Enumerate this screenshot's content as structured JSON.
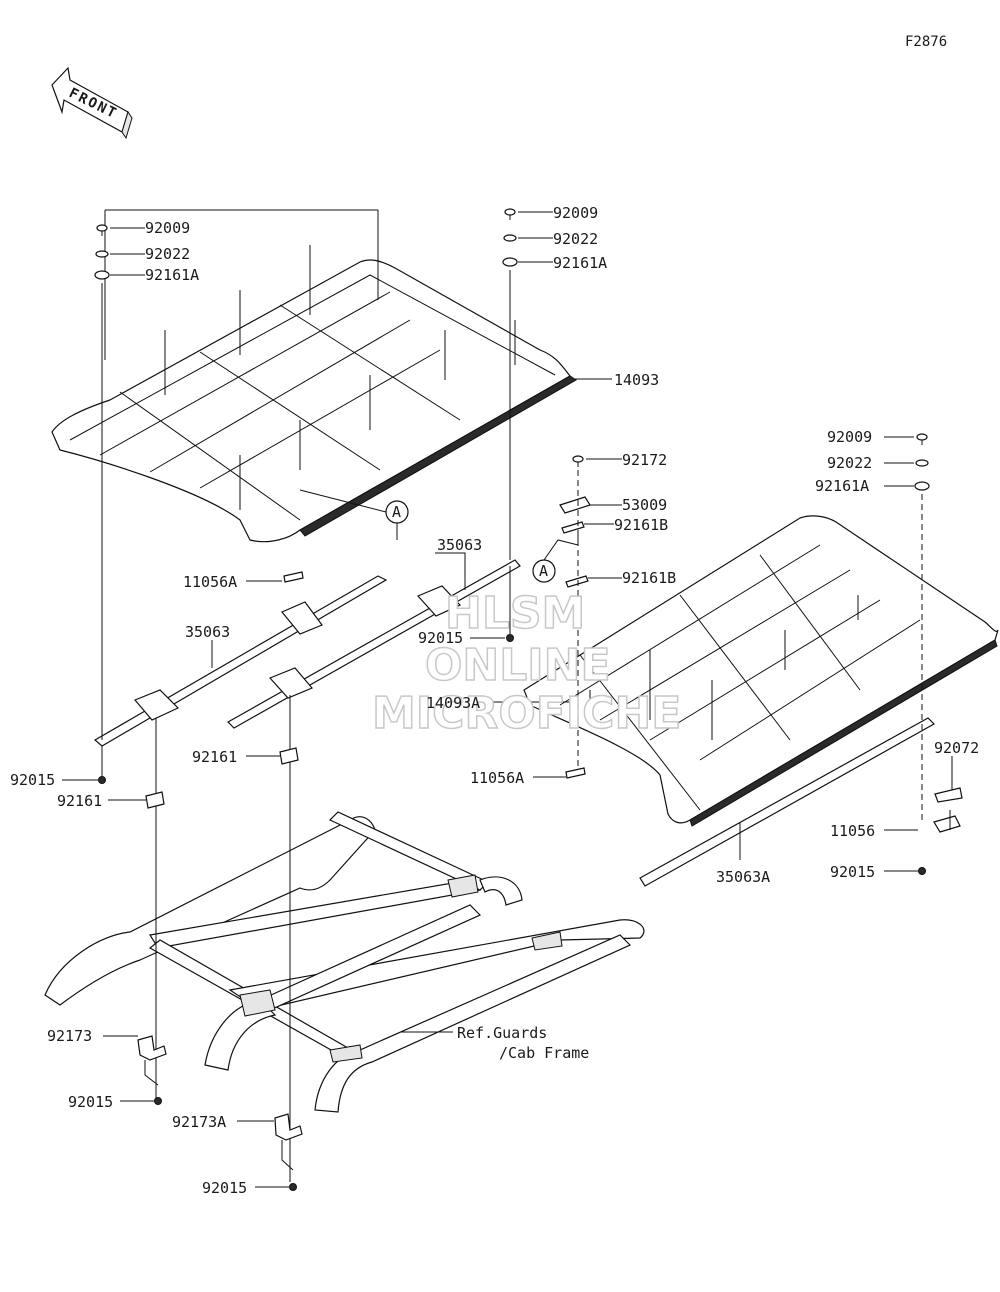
{
  "figure_code": "F2876",
  "front_arrow_text": "FRONT",
  "callout_letter": "A",
  "watermark": {
    "line1": "HLSM",
    "line2": "ONLINE",
    "line3": "MICROFICHE"
  },
  "labels": {
    "l_92009_left": "92009",
    "l_92022_left": "92022",
    "l_92161A_left": "92161A",
    "l_92009_mid": "92009",
    "l_92022_mid": "92022",
    "l_92161A_mid": "92161A",
    "l_14093": "14093",
    "l_92172": "92172",
    "l_53009": "53009",
    "l_92161B_top": "92161B",
    "l_92161B_bot": "92161B",
    "l_92009_right": "92009",
    "l_92022_right": "92022",
    "l_92161A_right": "92161A",
    "l_35063_top": "35063",
    "l_35063_left": "35063",
    "l_11056A_left": "11056A",
    "l_92015_mid": "92015",
    "l_14093A": "14093A",
    "l_11056A_right": "11056A",
    "l_92161_mid": "92161",
    "l_92015_left": "92015",
    "l_92161_left": "92161",
    "l_92072": "92072",
    "l_11056": "11056",
    "l_92015_right": "92015",
    "l_35063A": "35063A",
    "l_ref_line1": "Ref.Guards",
    "l_ref_line2": "/Cab Frame",
    "l_92173": "92173",
    "l_92015_bl": "92015",
    "l_92173A": "92173A",
    "l_92015_bottom": "92015"
  }
}
